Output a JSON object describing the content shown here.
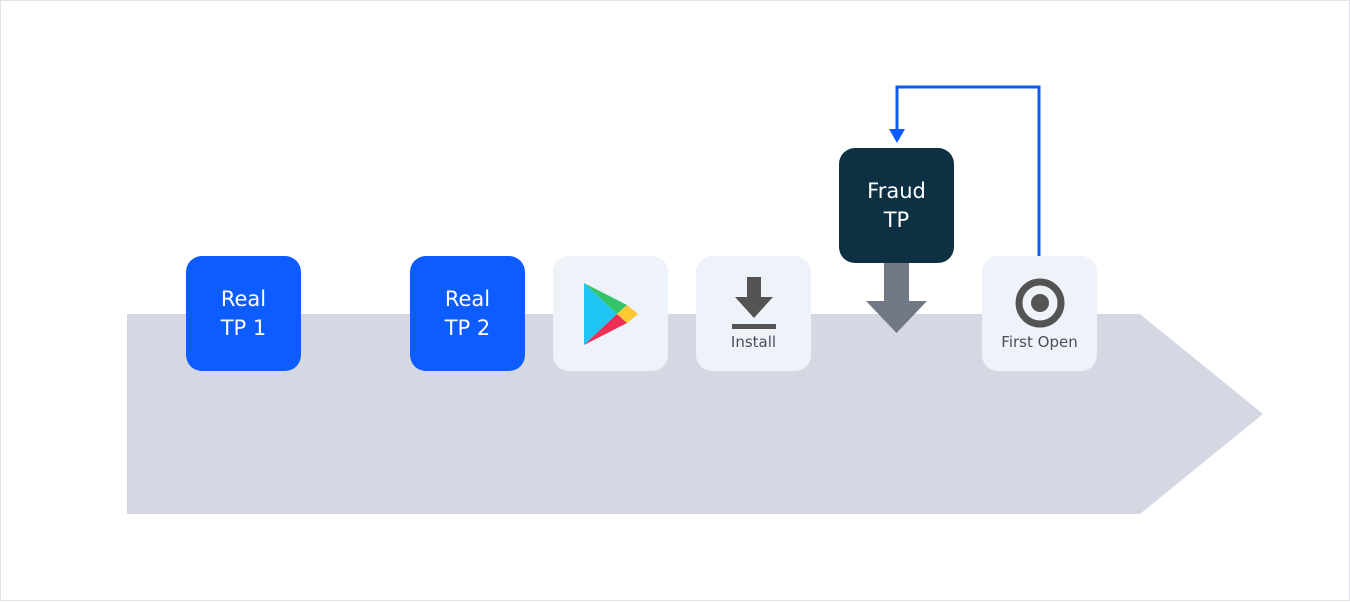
{
  "nodes": {
    "real_tp1": {
      "label": "Real\nTP 1"
    },
    "real_tp2": {
      "label": "Real\nTP 2"
    },
    "fraud_tp": {
      "label": "Fraud\nTP"
    },
    "install": {
      "caption": "Install",
      "icon": "download-icon"
    },
    "first_open": {
      "caption": "First Open",
      "icon": "target-icon"
    },
    "play_store": {
      "icon": "google-play-icon"
    }
  },
  "colors": {
    "real_tile": "#0c5cff",
    "fraud_tile": "#0d3142",
    "light_tile": "#eef2f9",
    "timeline_band": "#d4d8e2",
    "down_arrow": "#727986",
    "loop_arrow": "#0c5cff",
    "icon_gray": "#545454"
  }
}
